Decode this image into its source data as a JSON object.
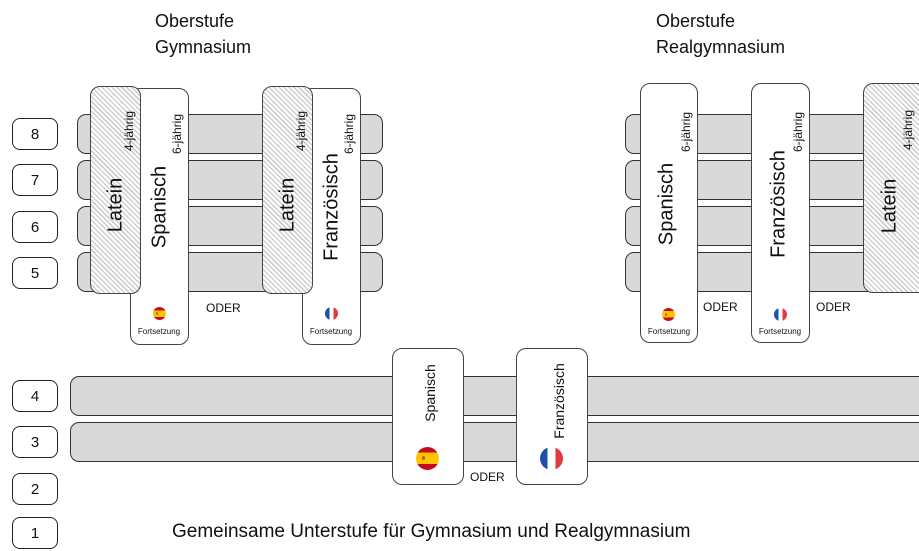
{
  "headings": {
    "gymnasium_line1": "Oberstufe",
    "gymnasium_line2": "Gymnasium",
    "realgymnasium_line1": "Oberstufe",
    "realgymnasium_line2": "Realgymnasium"
  },
  "grades": [
    "8",
    "7",
    "6",
    "5",
    "4",
    "3",
    "2",
    "1"
  ],
  "subjects": {
    "latein": "Latein",
    "spanisch": "Spanisch",
    "franzoesisch": "Französisch"
  },
  "durations": {
    "four_year": "4-jährig",
    "six_year": "6-jährig"
  },
  "continuation_label": "Fortsetzung",
  "or_label": "ODER",
  "footer": "Gemeinsame Unterstufe für Gymnasium und Realgymnasium",
  "colors": {
    "bar_fill": "#d9d9d9",
    "card_fill": "#ffffff",
    "outline": "#333333",
    "flag_es_red": "#c60b1e",
    "flag_es_yellow": "#ffc400",
    "flag_fr_blue": "#1f4fae",
    "flag_fr_red": "#e03a3e"
  },
  "icons": [
    "spain-flag-icon",
    "france-flag-icon"
  ]
}
